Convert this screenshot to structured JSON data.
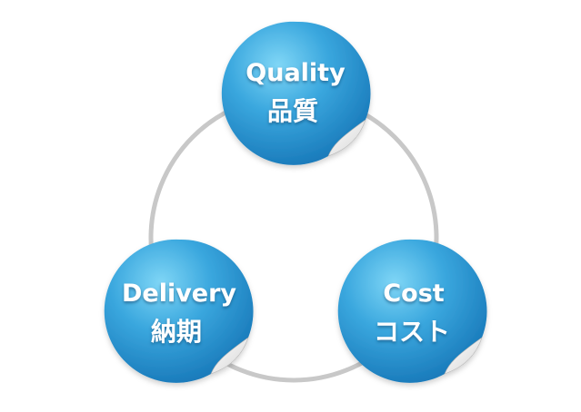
{
  "diagram": {
    "ring_color": "#c8c8c8",
    "node_color_light": "#5ec8f0",
    "node_color_dark": "#1a7fc0",
    "nodes": [
      {
        "id": "quality",
        "label_en": "Quality",
        "label_ja": "品質"
      },
      {
        "id": "delivery",
        "label_en": "Delivery",
        "label_ja": "納期"
      },
      {
        "id": "cost",
        "label_en": "Cost",
        "label_ja": "コスト"
      }
    ]
  }
}
